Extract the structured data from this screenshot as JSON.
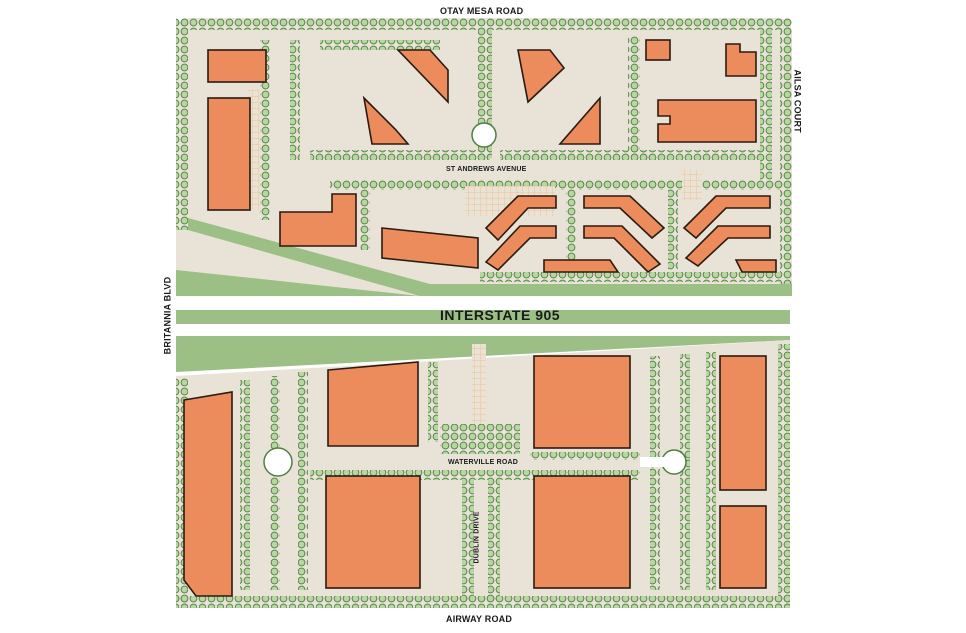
{
  "roads": {
    "otay_mesa": "OTAY MESA ROAD",
    "ailsa": "AILSA COURT",
    "st_andrews": "ST ANDREWS AVENUE",
    "britannia": "BRITANNIA BLVD",
    "interstate": "INTERSTATE 905",
    "waterville": "WATERVILLE ROAD",
    "dublin": "DUBLIN DRIVE",
    "airway": "AIRWAY ROAD"
  },
  "colors": {
    "background": "#ffffff",
    "parcel": "#e8e3d6",
    "landscape": "#9bbf85",
    "tree": "#b7d6a0",
    "tree_outline": "#4f7e45",
    "building": "#ec8c5c",
    "building_outline": "#2a1a10",
    "walkway": "#f2c28f"
  }
}
